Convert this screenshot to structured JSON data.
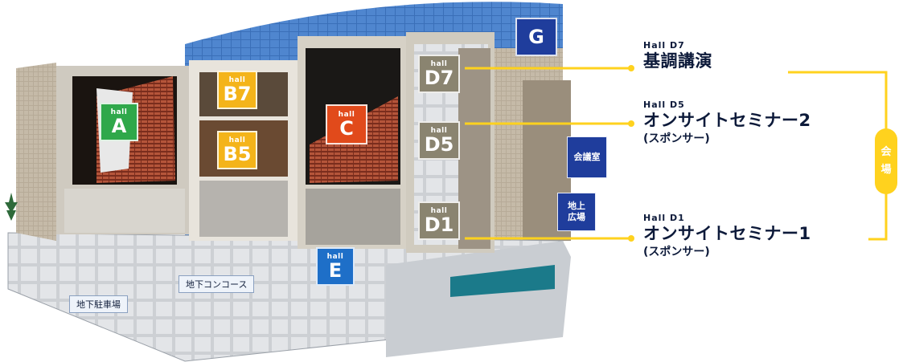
{
  "halls": {
    "A": {
      "small": "hall",
      "big": "A",
      "color": "#2fa84a"
    },
    "B7": {
      "small": "hall",
      "big": "B7",
      "color": "#f4b41a"
    },
    "B5": {
      "small": "hall",
      "big": "B5",
      "color": "#f4b41a"
    },
    "C": {
      "small": "hall",
      "big": "C",
      "color": "#e14a1b"
    },
    "D7": {
      "small": "hall",
      "big": "D7",
      "color": "#8a8470"
    },
    "D5": {
      "small": "hall",
      "big": "D5",
      "color": "#8a8470"
    },
    "D1": {
      "small": "hall",
      "big": "D1",
      "color": "#8a8470"
    },
    "E": {
      "small": "hall",
      "big": "E",
      "color": "#1e6fc8"
    },
    "G": {
      "big": "G",
      "color": "#1f3d9c"
    }
  },
  "labels": {
    "meeting_room": "会議室",
    "ground_plaza": "地上\n広場",
    "underground_concourse": "地下コンコース",
    "underground_parking": "地下駐車場"
  },
  "callouts": [
    {
      "hall": "Hall D7",
      "title": "基調講演",
      "sub": ""
    },
    {
      "hall": "Hall D5",
      "title": "オンサイトセミナー2",
      "sub": "(スポンサー)"
    },
    {
      "hall": "Hall D1",
      "title": "オンサイトセミナー1",
      "sub": "(スポンサー)"
    }
  ],
  "venue_tag": {
    "chars": [
      "会",
      "場"
    ]
  },
  "colors": {
    "accent": "#ffd21e",
    "navy": "#1f3d9c",
    "text": "#0d1a3a"
  }
}
